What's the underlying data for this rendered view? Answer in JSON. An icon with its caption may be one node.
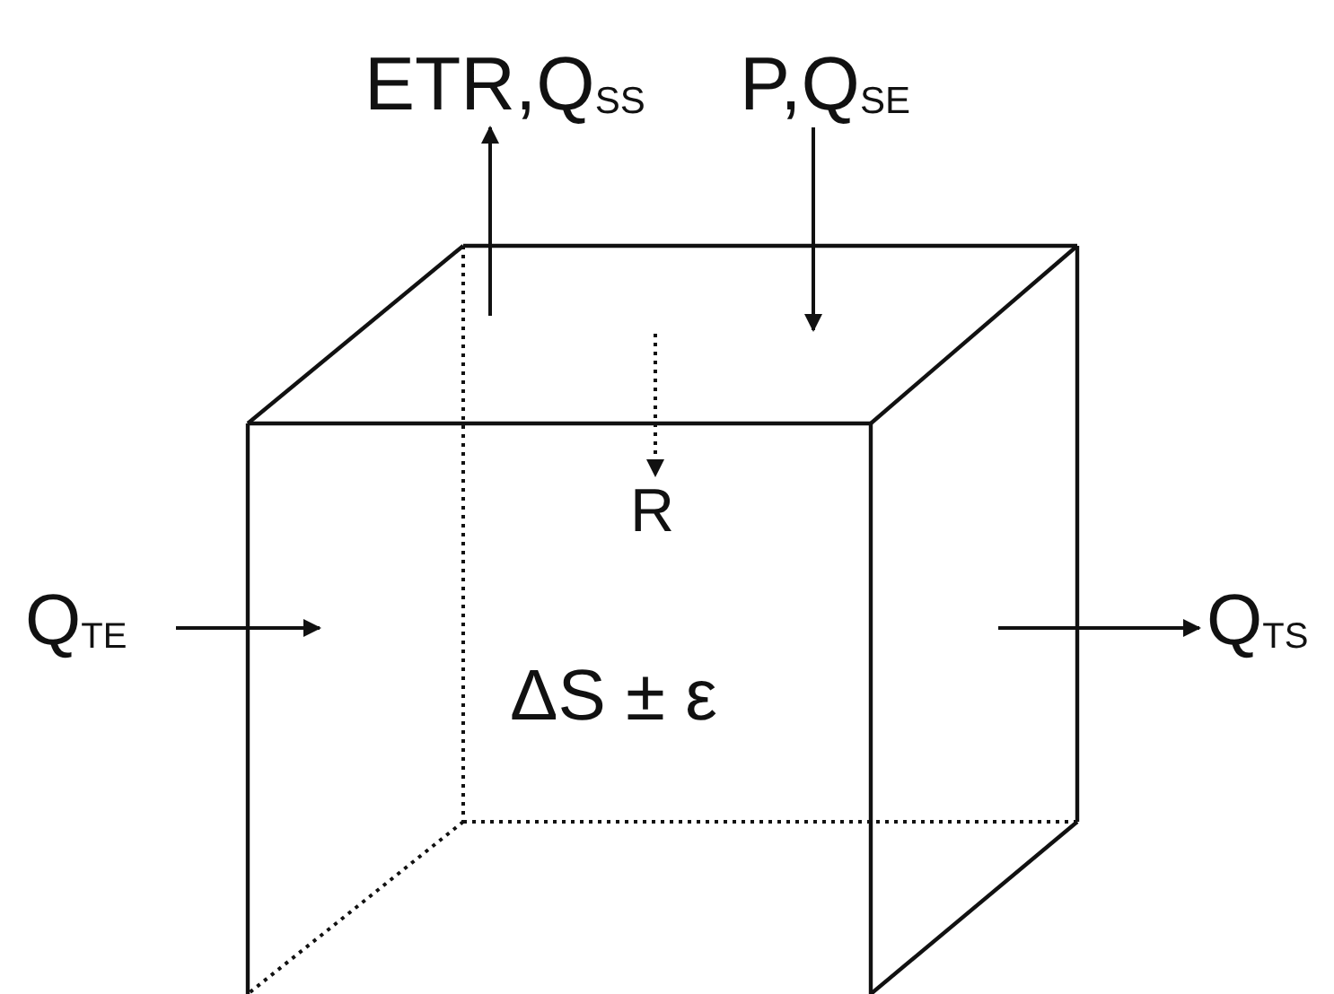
{
  "diagram": {
    "nodes": [
      {
        "text": [
          "ΔS ± ε"
        ]
      },
      {
        "text": [
          "ETR,Q$_{SS}$"
        ]
      },
      {
        "text": [
          "P,Q$_{SE}$"
        ]
      },
      {
        "text": [
          "R"
        ],
        "in": 0
      },
      {
        "text": [
          "Q$_{TE}$"
        ]
      },
      {
        "text": [
          "Q$_{TS}$"
        ]
      }
    ],
    "edges": [
      {
        "from": 0,
        "to": 1,
        "arrow": "to"
      },
      {
        "from": 2,
        "to": 0,
        "arrow": "to"
      },
      {
        "from": 0,
        "to": 3,
        "arrow": "to",
        "style": "dashed"
      },
      {
        "from": 4,
        "to": 0,
        "arrow": "to"
      },
      {
        "from": 0,
        "to": 5,
        "arrow": "to"
      }
    ]
  }
}
